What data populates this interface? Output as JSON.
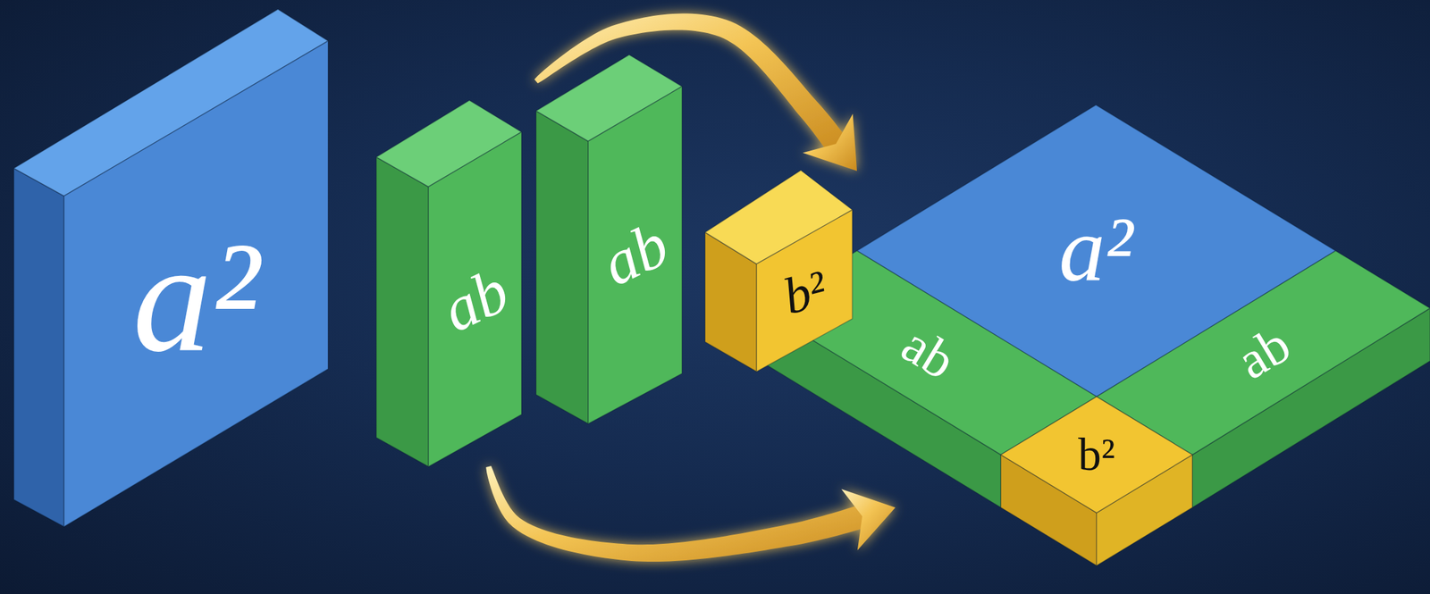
{
  "diagram": {
    "nodes": [
      {
        "text": [
          "a²"
        ]
      },
      {
        "text": [
          "ab"
        ]
      },
      {
        "text": [
          "ab"
        ]
      },
      {
        "text": [
          "b²"
        ]
      },
      {
        "text": [
          "a²"
        ]
      },
      {
        "text": [
          "ab"
        ]
      },
      {
        "text": [
          "ab"
        ]
      },
      {
        "text": [
          "b²"
        ]
      }
    ],
    "edges": [
      {
        "from": 2,
        "to": 4,
        "arrow": "to"
      },
      {
        "from": 1,
        "to": 5,
        "arrow": "to"
      }
    ]
  }
}
